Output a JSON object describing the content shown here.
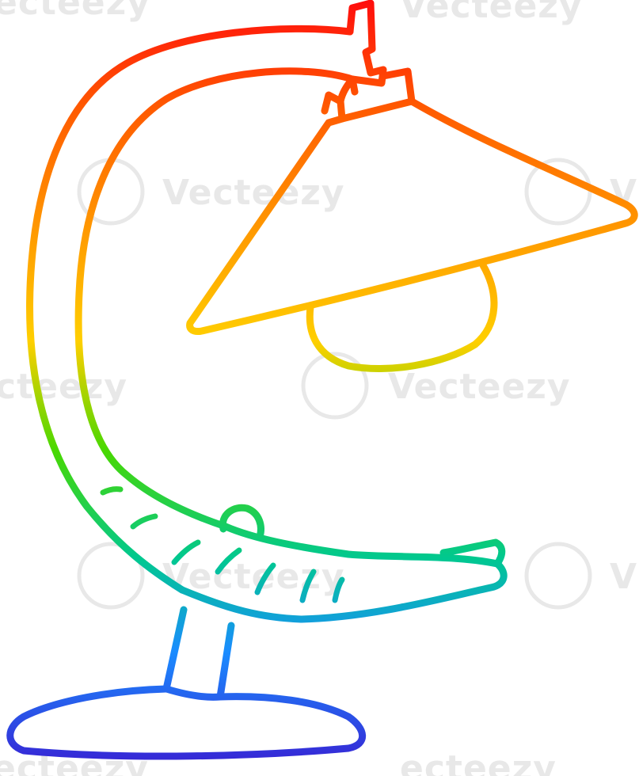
{
  "image": {
    "subject": "desk-lamp",
    "style": "rainbow-gradient-outline",
    "gradient_colors": [
      "#ff1a1a",
      "#ff8c00",
      "#ffd500",
      "#49d800",
      "#00c8a0",
      "#1a73ff",
      "#3d1cd8"
    ]
  },
  "watermark": {
    "text": "Vecteezy",
    "partial_left": "cteezy",
    "partial_top_left": "ecteezy",
    "partial_bottom": "ecteezy",
    "partial_right": "V",
    "color": "#e8e8e8"
  }
}
